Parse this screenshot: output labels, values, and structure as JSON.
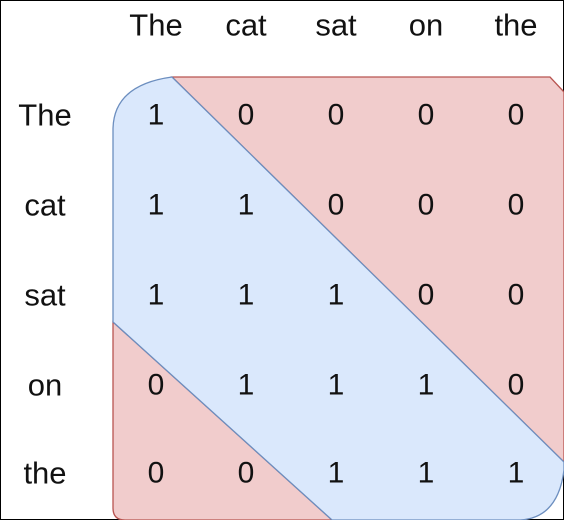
{
  "column_tokens": [
    "The",
    "cat",
    "sat",
    "on",
    "the"
  ],
  "row_tokens": [
    "The",
    "cat",
    "sat",
    "on",
    "the"
  ],
  "matrix": [
    [
      "1",
      "0",
      "0",
      "0",
      "0"
    ],
    [
      "1",
      "1",
      "0",
      "0",
      "0"
    ],
    [
      "1",
      "1",
      "1",
      "0",
      "0"
    ],
    [
      "0",
      "1",
      "1",
      "1",
      "0"
    ],
    [
      "0",
      "0",
      "1",
      "1",
      "1"
    ]
  ],
  "colors": {
    "band_fill": "#dae8fc",
    "band_stroke": "#6c8ebf",
    "masked_fill": "#f1cccc",
    "masked_stroke": "#b85450"
  }
}
